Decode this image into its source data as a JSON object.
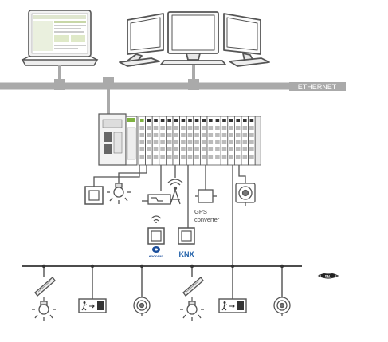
{
  "labels": {
    "ethernet": "ETHERNET",
    "gps_line1": "GPS",
    "gps_line2": "converter",
    "enocean": "enocean",
    "knx": "KNX",
    "dali": "DALI"
  },
  "colors": {
    "network_line": "#aaaaaa",
    "outline": "#555555",
    "controller_accent": "#7fb241",
    "knx_green": "#55a630",
    "knx_blue": "#1f5fa8",
    "enocean_blue": "#1c4f9c"
  },
  "icons": {
    "laptop": "laptop-icon",
    "monitors": "monitor-icon",
    "switch": "wall-switch-icon",
    "lamp": "lamp-icon",
    "sensor": "presence-sensor-icon",
    "exit_sign": "emergency-exit-sign-icon",
    "fluorescent": "fluorescent-tube-icon"
  }
}
